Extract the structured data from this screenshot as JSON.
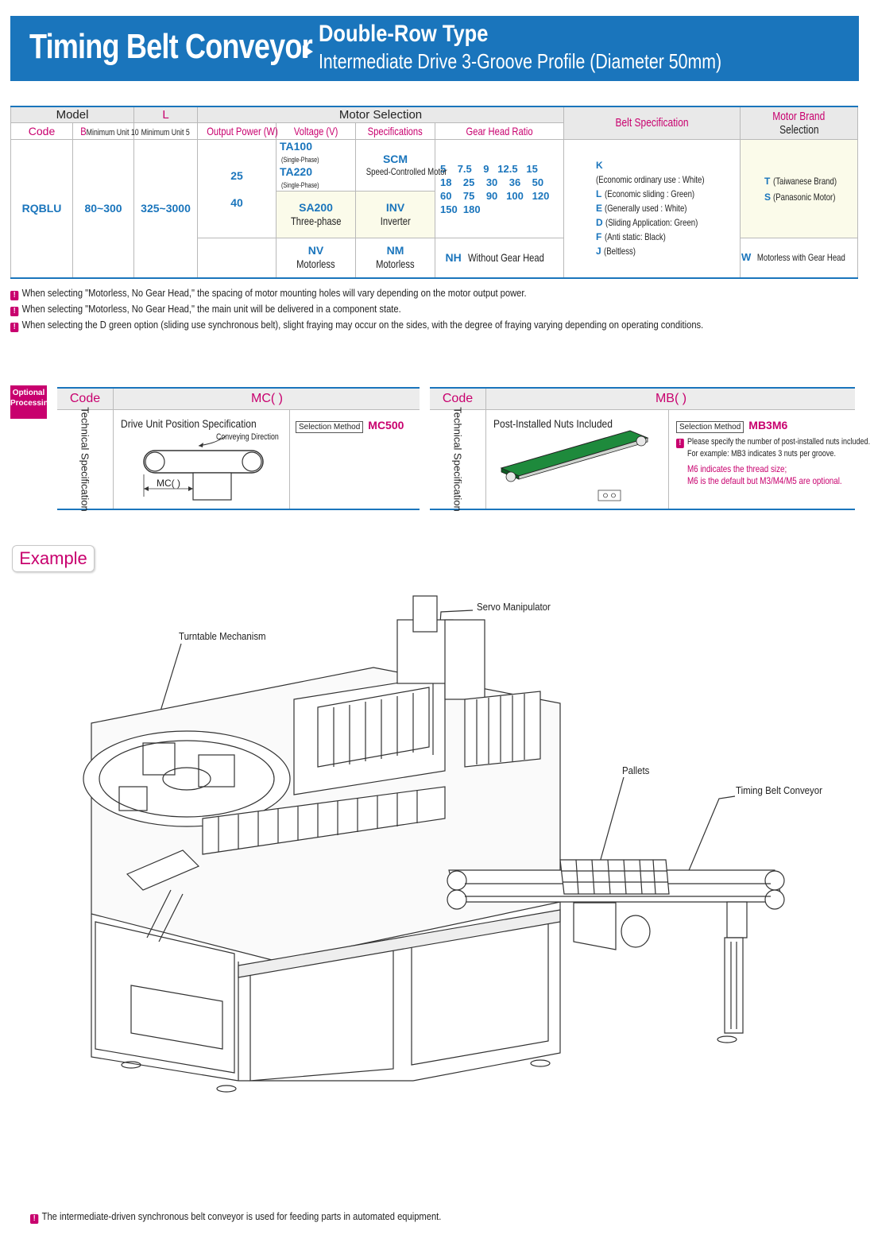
{
  "header": {
    "title": "Timing Belt Conveyor",
    "subtitle": "Double-Row Type",
    "subtitle2": "Intermediate Drive 3-Groove Profile (Diameter 50mm)"
  },
  "table": {
    "h_model": "Model",
    "h_L": "L",
    "h_motor_selection": "Motor Selection",
    "h_belt_spec": "Belt Specification",
    "h_motor_brand": "Motor Brand",
    "h_selection": "Selection",
    "h_code": "Code",
    "h_B_letter": "B",
    "h_B_unit": "Minimum Unit 10",
    "h_L_unit": "Minimum Unit 5",
    "h_output_power": "Output Power (W)",
    "h_voltage": "Voltage (V)",
    "h_specifications": "Specifications",
    "h_gear_head_ratio": "Gear Head Ratio",
    "code": "RQBLU",
    "b_range": "80~300",
    "l_range": "325~3000",
    "power_1": "25",
    "power_2": "40",
    "volt_1_code": "TA100",
    "volt_1_note": "(Single-Phase)",
    "volt_2_code": "TA220",
    "volt_2_note": "(Single-Phase)",
    "spec_1_code": "SCM",
    "spec_1_desc": "Speed-Controlled Motor",
    "volt_3_code": "SA200",
    "volt_3_desc": "Three-phase",
    "spec_2_code": "INV",
    "spec_2_desc": "Inverter",
    "volt_4_code": "NV",
    "volt_4_desc": "Motorless",
    "spec_3_code": "NM",
    "spec_3_desc": "Motorless",
    "gear_row_1": "5    7.5    9   12.5   15",
    "gear_row_2": "18    25    30    36    50",
    "gear_row_3": "60    75    90   100   120",
    "gear_row_4": "150  180",
    "gear_nh_code": "NH",
    "gear_nh_desc": "Without Gear Head",
    "belts": [
      {
        "code": "K",
        "desc": "(Economic ordinary use : White)"
      },
      {
        "code": "L",
        "desc": "(Economic sliding : Green)"
      },
      {
        "code": "E",
        "desc": "(Generally used : White)"
      },
      {
        "code": "D",
        "desc": "(Sliding Application: Green)"
      },
      {
        "code": "F",
        "desc": "(Anti static: Black)"
      },
      {
        "code": "J",
        "desc": "(Beltless)"
      }
    ],
    "brand_1_code": "T",
    "brand_1_desc": "(Taiwanese Brand)",
    "brand_2_code": "S",
    "brand_2_desc": "(Panasonic Motor)",
    "brand_3_code": "W",
    "brand_3_desc": "Motorless with Gear Head"
  },
  "notes": [
    "When selecting \"Motorless, No Gear Head,\" the spacing of motor mounting holes will vary depending on the motor output power.",
    "When selecting \"Motorless, No Gear Head,\" the main unit will be delivered in a component state.",
    "When selecting the D green option (sliding use synchronous belt), slight fraying may occur on the sides, with the degree of fraying varying depending on operating conditions."
  ],
  "optional": {
    "badge_line1": "Optional",
    "badge_line2": "Processing",
    "left": {
      "code_header": "Code",
      "value_header": "MC( )",
      "tech_label": "Technical Specification",
      "title": "Drive Unit Position Specification",
      "conveying_direction": "Conveying Direction",
      "dim_label": "MC( )",
      "selection_method": "Selection Method",
      "selection_value": "MC500"
    },
    "right": {
      "code_header": "Code",
      "value_header": "MB( )",
      "tech_label": "Technical Specification",
      "title": "Post-Installed Nuts Included",
      "selection_method": "Selection Method",
      "selection_value": "MB3M6",
      "note_1": "Please specify the number of post-installed nuts included.",
      "note_2": "For example: MB3 indicates 3 nuts per groove.",
      "note_3": "M6 indicates the thread size;",
      "note_4": "M6 is the default but M3/M4/M5 are optional.",
      "belt_color": "#1e8a3c"
    }
  },
  "example": {
    "label": "Example",
    "callouts": {
      "servo": "Servo Manipulator",
      "turntable": "Turntable Mechanism",
      "pallets": "Pallets",
      "conveyor": "Timing Belt Conveyor"
    },
    "footer_note": "The intermediate-driven synchronous belt conveyor is used for feeding parts in automated equipment."
  },
  "colors": {
    "brand_blue": "#1a75bc",
    "accent_magenta": "#c8006e"
  }
}
